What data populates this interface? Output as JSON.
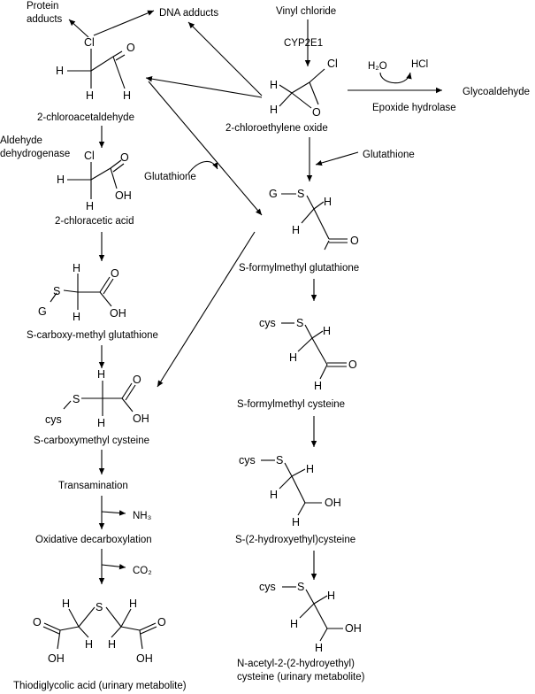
{
  "labels": {
    "protein_adducts": [
      "Protein",
      "adducts"
    ],
    "dna_adducts": "DNA adducts",
    "vinyl_chloride": "Vinyl chloride",
    "cyp2e1": "CYP2E1",
    "water": "H₂O",
    "hcl": "HCl",
    "glycoaldehyde": "Glycoaldehyde",
    "epoxide_hydrolase": "Epoxide hydrolase",
    "chloroacetaldehyde": "2-chloroacetaldehyde",
    "chloroethylene_oxide": "2-chloroethylene oxide",
    "aldehyde_dehydrogenase": [
      "Aldehyde",
      "dehydrogenase"
    ],
    "glutathione_left": "Glutathione",
    "glutathione_right": "Glutathione",
    "chloracetic_acid": "2-chloracetic acid",
    "formylmethyl_glutathione": "S-formylmethyl glutathione",
    "carboxymethyl_glutathione": "S-carboxy-methyl glutathione",
    "formylmethyl_cysteine": "S-formylmethyl cysteine",
    "carboxymethyl_cysteine": "S-carboxymethyl cysteine",
    "transamination": "Transamination",
    "nh3": "NH₃",
    "hydroxyethyl_cysteine": "S-(2-hydroxyethyl)cysteine",
    "oxidative_decarboxylation": "Oxidative decarboxylation",
    "co2": "CO₂",
    "nacetyl": [
      "N-acetyl-2-(2-hydroyethyl)",
      "cysteine (urinary metabolite)"
    ],
    "thiodiglycolic": "Thiodiglycolic acid (urinary metabolite)"
  },
  "atoms": {
    "cl": "Cl",
    "h": "H",
    "o": "O",
    "oh": "OH",
    "s": "S",
    "g": "G",
    "cys": "cys"
  }
}
